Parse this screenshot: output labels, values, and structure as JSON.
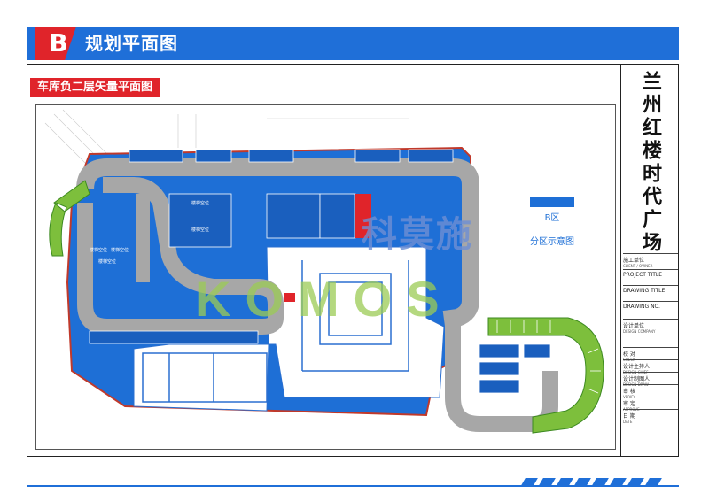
{
  "header": {
    "badge_letter": "B",
    "title": "规划平面图"
  },
  "section_label": "车库负二层矢量平面图",
  "title_block": {
    "project_name": "兰州红楼时代广场",
    "rows": [
      {
        "label": "施工单位",
        "sub": "CLIENT / OWNER"
      },
      {
        "label": "PROJECT TITLE",
        "sub": ""
      },
      {
        "label": "DRAWING TITLE",
        "sub": ""
      },
      {
        "label": "DRAWING NO.",
        "sub": ""
      },
      {
        "label": "设计单位",
        "sub": "DESIGN COMPANY"
      },
      {
        "label": "校 对",
        "sub": "CHECK"
      },
      {
        "label": "设计主持人",
        "sub": "DESIGN CHIEF"
      },
      {
        "label": "设计制图人",
        "sub": "DESIGN DRAW"
      },
      {
        "label": "审 核",
        "sub": "VERIFY"
      },
      {
        "label": "审 定",
        "sub": "APPROVE"
      },
      {
        "label": "日 期",
        "sub": "DATE"
      }
    ]
  },
  "plan": {
    "labels": [
      {
        "text": "楼梯空位"
      },
      {
        "text": "楼梯空位"
      },
      {
        "text": "楼梯空位"
      },
      {
        "text": "楼梯空位"
      },
      {
        "text": "楼梯空位"
      }
    ]
  },
  "legend": {
    "zone_label": "B区",
    "note": "分区示意图",
    "zone_color": "#1e6fd6"
  },
  "watermark": {
    "cn": "科莫施",
    "en": "KOMOS"
  },
  "colors": {
    "brand_blue": "#1f6fd8",
    "accent_red": "#e0242a",
    "zone_blue": "#1e6fd6",
    "road_grey": "#a7a7a7",
    "ramp_green": "#7dbf3c"
  }
}
